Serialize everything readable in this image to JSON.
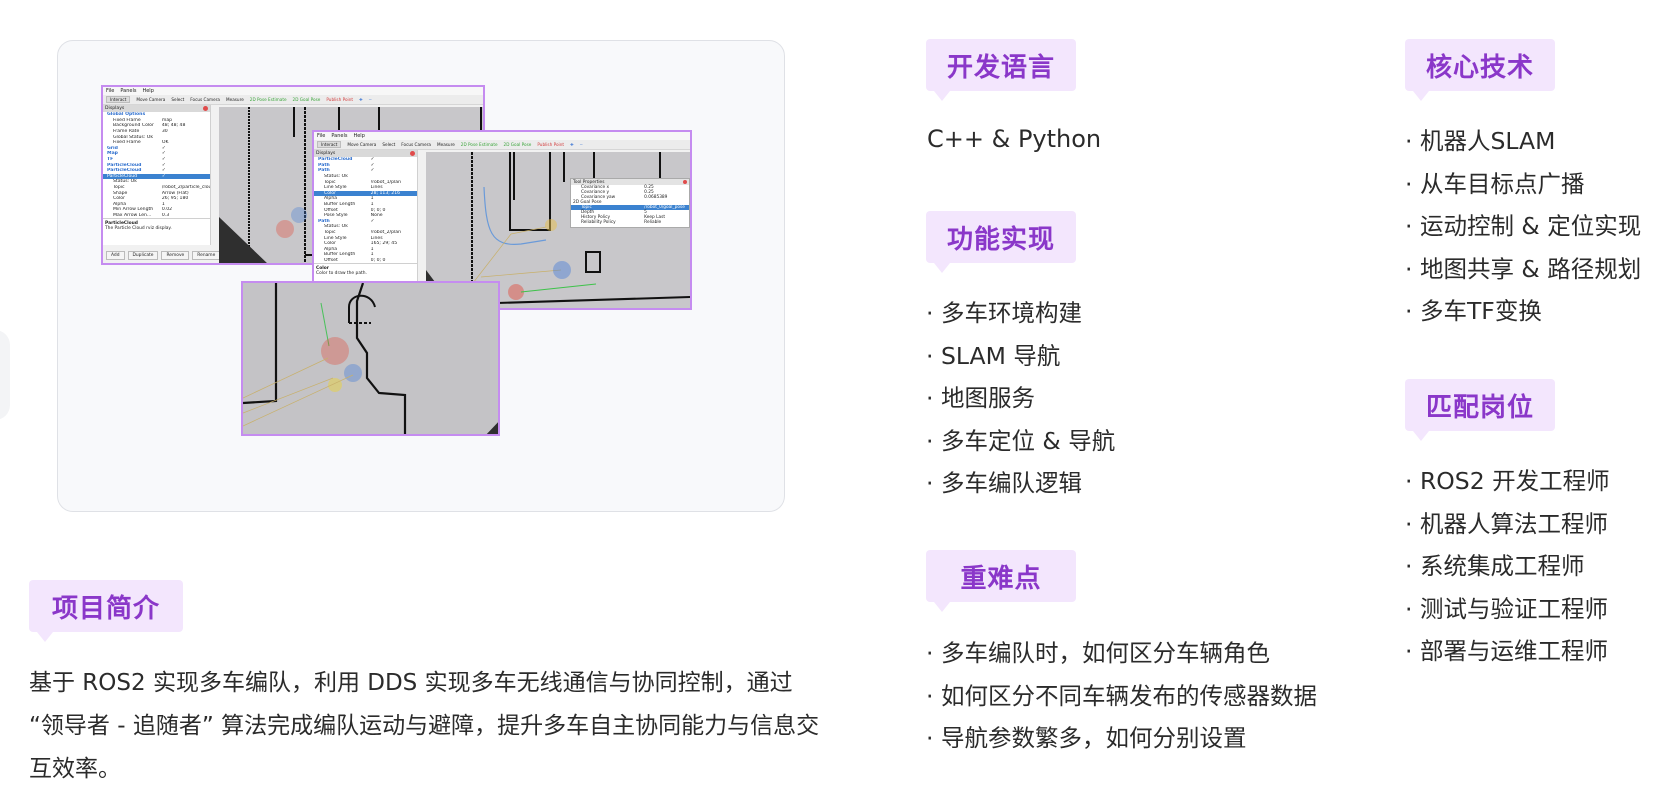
{
  "intro": {
    "tag": "项目简介",
    "text": "基于 ROS2 实现多车编队，利用 DDS 实现多车无线通信与协同控制，通过 “领导者 - 追随者” 算法完成编队运动与避障，提升多车自主协同能力与信息交互效率。"
  },
  "language": {
    "tag": "开发语言",
    "value": "C++ & Python"
  },
  "features": {
    "tag": "功能实现",
    "items": [
      "多车环境构建",
      "SLAM 导航",
      "地图服务",
      "多车定位 & 导航",
      "多车编队逻辑"
    ]
  },
  "difficulties": {
    "tag": "重难点",
    "items": [
      "多车编队时，如何区分车辆角色",
      "如何区分不同车辆发布的传感器数据",
      "导航参数繁多，如何分别设置"
    ]
  },
  "core_tech": {
    "tag": "核心技术",
    "items": [
      "机器人SLAM",
      "从车目标点广播",
      "运动控制 & 定位实现",
      "地图共享 & 路径规划",
      "多车TF变换"
    ]
  },
  "jobs": {
    "tag": "匹配岗位",
    "items": [
      "ROS2 开发工程师",
      "机器人算法工程师",
      "系统集成工程师",
      "测试与验证工程师",
      "部署与运维工程师"
    ]
  },
  "colors": {
    "tag_bg": "#f3e6fd",
    "tag_text": "#8a37c9",
    "frame": "#c58cf0"
  },
  "rviz": {
    "menu": [
      "File",
      "Panels",
      "Help"
    ],
    "toolbar": [
      "Interact",
      "Move Camera",
      "Select",
      "Focus Camera",
      "Measure",
      "2D Pose Estimate",
      "2D Goal Pose",
      "Publish Point"
    ],
    "displays_title": "Displays",
    "win1": {
      "rows": [
        {
          "k": "Global Options",
          "v": ""
        },
        {
          "k": "Fixed Frame",
          "v": "map"
        },
        {
          "k": "Background Color",
          "v": "48; 48; 48"
        },
        {
          "k": "Frame Rate",
          "v": "30"
        },
        {
          "k": "Global Status: Ok",
          "v": ""
        },
        {
          "k": "Fixed Frame",
          "v": "OK"
        },
        {
          "k": "Grid",
          "v": "✓"
        },
        {
          "k": "Map",
          "v": "✓"
        },
        {
          "k": "TF",
          "v": "✓"
        },
        {
          "k": "ParticleCloud",
          "v": "✓"
        },
        {
          "k": "ParticleCloud",
          "v": "✓"
        },
        {
          "k": "ParticleCloud",
          "v": "✓"
        },
        {
          "k": "Status: Ok",
          "v": ""
        },
        {
          "k": "Topic",
          "v": "/robot_2/particle_clou"
        },
        {
          "k": "Shape",
          "v": "Arrow (Flat)"
        },
        {
          "k": "Color",
          "v": "26; 95; 180"
        },
        {
          "k": "Alpha",
          "v": "1"
        },
        {
          "k": "Min Arrow Length",
          "v": "0.02"
        },
        {
          "k": "Max Arrow Len...",
          "v": "0.3"
        }
      ],
      "desc_title": "ParticleCloud",
      "desc_text": "The Particle Cloud rviz display.",
      "buttons": [
        "Add",
        "Duplicate",
        "Remove",
        "Rename"
      ]
    },
    "win2": {
      "rows": [
        {
          "k": "ParticleCloud",
          "v": "✓"
        },
        {
          "k": "Path",
          "v": "✓"
        },
        {
          "k": "Path",
          "v": "✓"
        },
        {
          "k": "Status: Ok",
          "v": ""
        },
        {
          "k": "Topic",
          "v": "/robot_1/plan"
        },
        {
          "k": "Line Style",
          "v": "Lines"
        },
        {
          "k": "Color",
          "v": "28; 113; 216"
        },
        {
          "k": "Alpha",
          "v": "1"
        },
        {
          "k": "Buffer Length",
          "v": "1"
        },
        {
          "k": "Offset",
          "v": "0; 0; 0"
        },
        {
          "k": "Pose Style",
          "v": "None"
        },
        {
          "k": "Path",
          "v": "✓"
        },
        {
          "k": "Status: Ok",
          "v": ""
        },
        {
          "k": "Topic",
          "v": "/robot_2/plan"
        },
        {
          "k": "Line Style",
          "v": "Lines"
        },
        {
          "k": "Color",
          "v": "165; 29; 45"
        },
        {
          "k": "Alpha",
          "v": "1"
        },
        {
          "k": "Buffer Length",
          "v": "1"
        },
        {
          "k": "Offset",
          "v": "0; 0; 0"
        }
      ],
      "desc_title": "Color",
      "desc_text": "Color to draw the path.",
      "tool_props": {
        "title": "Tool Properties",
        "rows": [
          {
            "k": "Covariance x",
            "v": "0.25"
          },
          {
            "k": "Covariance y",
            "v": "0.25"
          },
          {
            "k": "Covariance yaw",
            "v": "0.0685389"
          },
          {
            "k": "2D Goal Pose",
            "v": ""
          },
          {
            "k": "Topic",
            "v": "/robot_0/goal_pose"
          },
          {
            "k": "Depth",
            "v": "5"
          },
          {
            "k": "History Policy",
            "v": "Keep Last"
          },
          {
            "k": "Reliability Policy",
            "v": "Reliable"
          }
        ]
      }
    }
  }
}
